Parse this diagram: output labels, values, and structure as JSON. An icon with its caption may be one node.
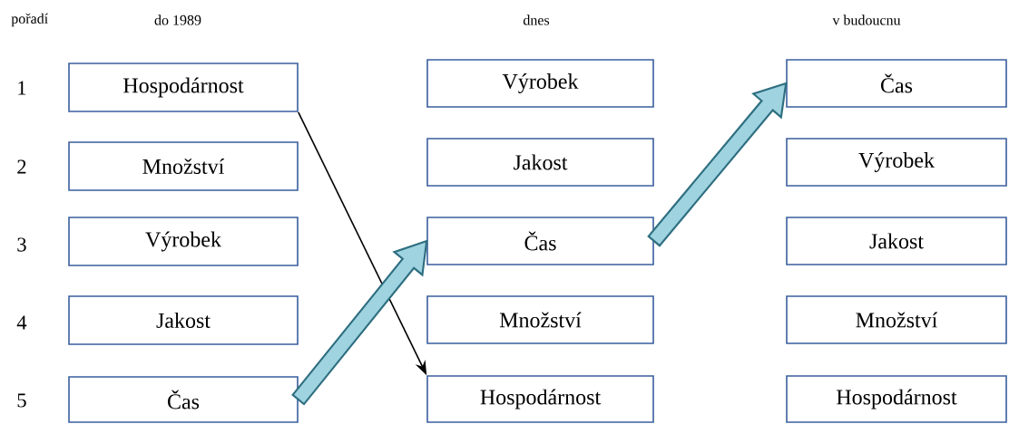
{
  "diagram": {
    "nodes": [
      {
        "text": [
          "Hospodárnost"
        ]
      },
      {
        "text": [
          "Množství"
        ]
      },
      {
        "text": [
          "Výrobek"
        ]
      },
      {
        "text": [
          "Jakost"
        ]
      },
      {
        "text": [
          "Čas"
        ]
      },
      {
        "text": [
          "Výrobek"
        ]
      },
      {
        "text": [
          "Jakost"
        ]
      },
      {
        "text": [
          "Čas"
        ]
      },
      {
        "text": [
          "Množství"
        ]
      },
      {
        "text": [
          "Hospodárnost"
        ]
      },
      {
        "text": [
          "Čas"
        ]
      },
      {
        "text": [
          "Výrobek"
        ]
      },
      {
        "text": [
          "Jakost"
        ]
      },
      {
        "text": [
          "Množství"
        ]
      },
      {
        "text": [
          "Hospodárnost"
        ]
      }
    ],
    "edges": [
      {
        "from": 0,
        "to": 9,
        "arrow": "to",
        "color": "#000000"
      },
      {
        "from": 4,
        "to": 7,
        "arrow": "to",
        "style": "thick"
      },
      {
        "from": 7,
        "to": 10,
        "arrow": "to",
        "style": "thick"
      }
    ],
    "labels": [
      "pořadí",
      "do 1989",
      "dnes",
      "v budoucnu",
      "1",
      "2",
      "3",
      "4",
      "5"
    ]
  }
}
